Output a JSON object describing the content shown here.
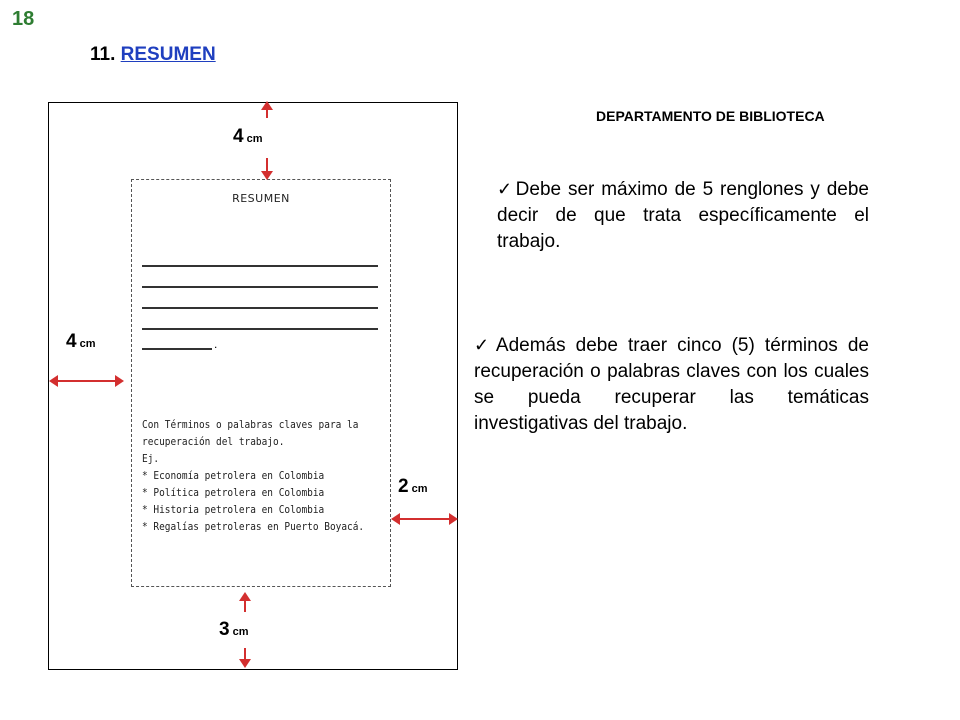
{
  "slide_number": "18",
  "heading": {
    "number": "11.",
    "title": "RESUMEN"
  },
  "department": "DEPARTAMENTO DE BIBLIOTECA",
  "margins": {
    "top": {
      "value": "4",
      "unit": "cm"
    },
    "left": {
      "value": "4",
      "unit": "cm"
    },
    "right": {
      "value": "2",
      "unit": "cm"
    },
    "bottom": {
      "value": "3",
      "unit": "cm"
    }
  },
  "document": {
    "title": "RESUMEN",
    "lines_end": ".",
    "keywords_intro_line1": "Con  Términos  o  palabras  claves  para  la",
    "keywords_intro_line2": "recuperación del trabajo.",
    "example_label": "Ej.",
    "keywords": [
      "* Economía petrolera en Colombia",
      "* Política petrolera en Colombia",
      "* Historia petrolera en Colombia",
      "* Regalías petroleras en Puerto Boyacá."
    ]
  },
  "bullets": [
    {
      "check": "✓",
      "text": "Debe ser máximo de 5 renglones y debe decir de que trata específicamente  el trabajo."
    },
    {
      "check": "✓",
      "text": "Además debe traer cinco (5) términos de recuperación o palabras claves con los cuales se pueda recuperar las temáticas investigativas del trabajo."
    }
  ],
  "colors": {
    "arrow": "#d32f2f",
    "slide_number": "#2e7d32",
    "link": "#1f3fbf"
  }
}
